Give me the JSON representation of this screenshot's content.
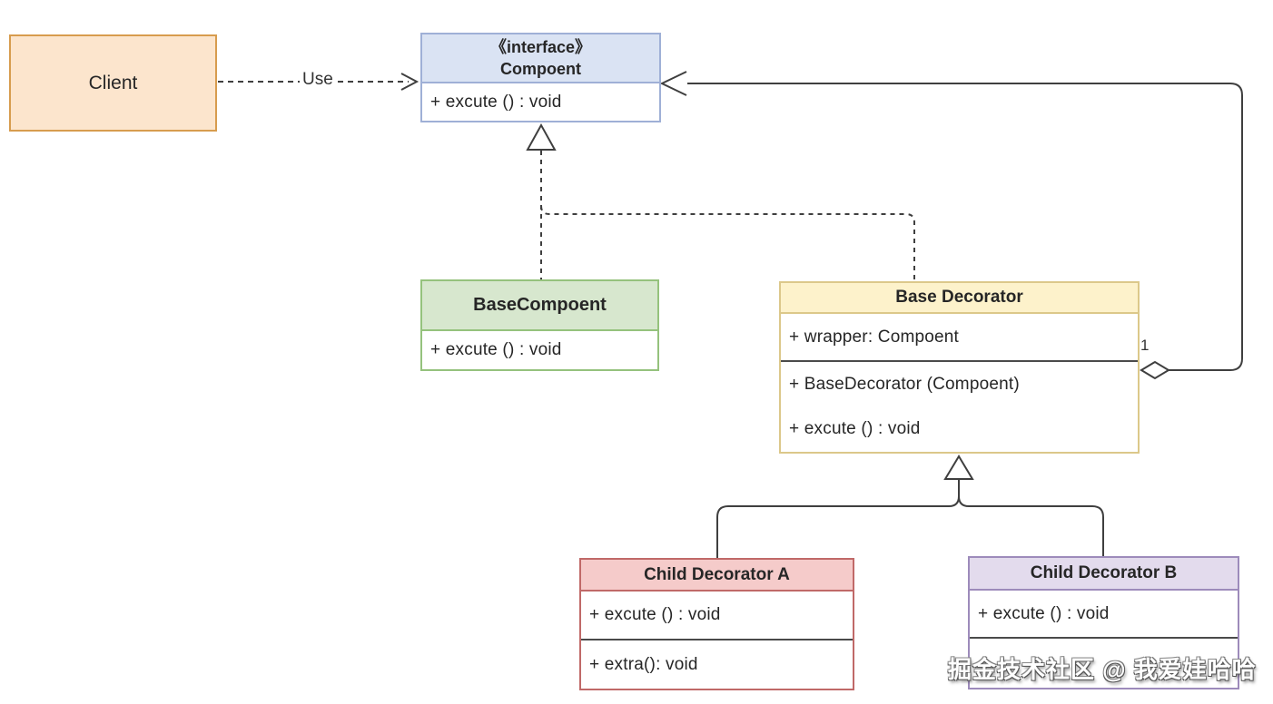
{
  "classes": {
    "client": {
      "name": "Client"
    },
    "component": {
      "stereotype": "《interface》",
      "name": "Compoent",
      "methods": [
        "+ excute () : void"
      ]
    },
    "base_compoent": {
      "name": "BaseCompoent",
      "methods": [
        "+ excute () : void"
      ]
    },
    "base_decorator": {
      "name": "Base Decorator",
      "attributes": [
        "+ wrapper: Compoent"
      ],
      "methods": [
        "+ BaseDecorator (Compoent)",
        "+ excute () : void"
      ]
    },
    "child_decorator_a": {
      "name": "Child Decorator A",
      "methods": [
        "+ excute () : void"
      ],
      "extra_methods": [
        "+ extra(): void"
      ]
    },
    "child_decorator_b": {
      "name": "Child Decorator B",
      "methods": [
        "+ excute () : void"
      ]
    }
  },
  "relationships": {
    "use_label": "Use",
    "aggregation_multiplicity": "1"
  },
  "watermark": "掘金技术社区 @ 我爱娃哈哈",
  "colors": {
    "client_fill": "#fce5cd",
    "client_border": "#d79c4e",
    "interface_fill": "#dae3f3",
    "interface_border": "#9fb0d6",
    "base_compoent_fill": "#d7e7ce",
    "base_compoent_border": "#95c27d",
    "base_decorator_fill": "#fdf2cb",
    "base_decorator_border": "#dcc88a",
    "child_a_fill": "#f5cbca",
    "child_a_border": "#c06968",
    "child_b_fill": "#e3dbed",
    "child_b_border": "#9d8bbb",
    "connector_line": "#3f3f3f"
  }
}
